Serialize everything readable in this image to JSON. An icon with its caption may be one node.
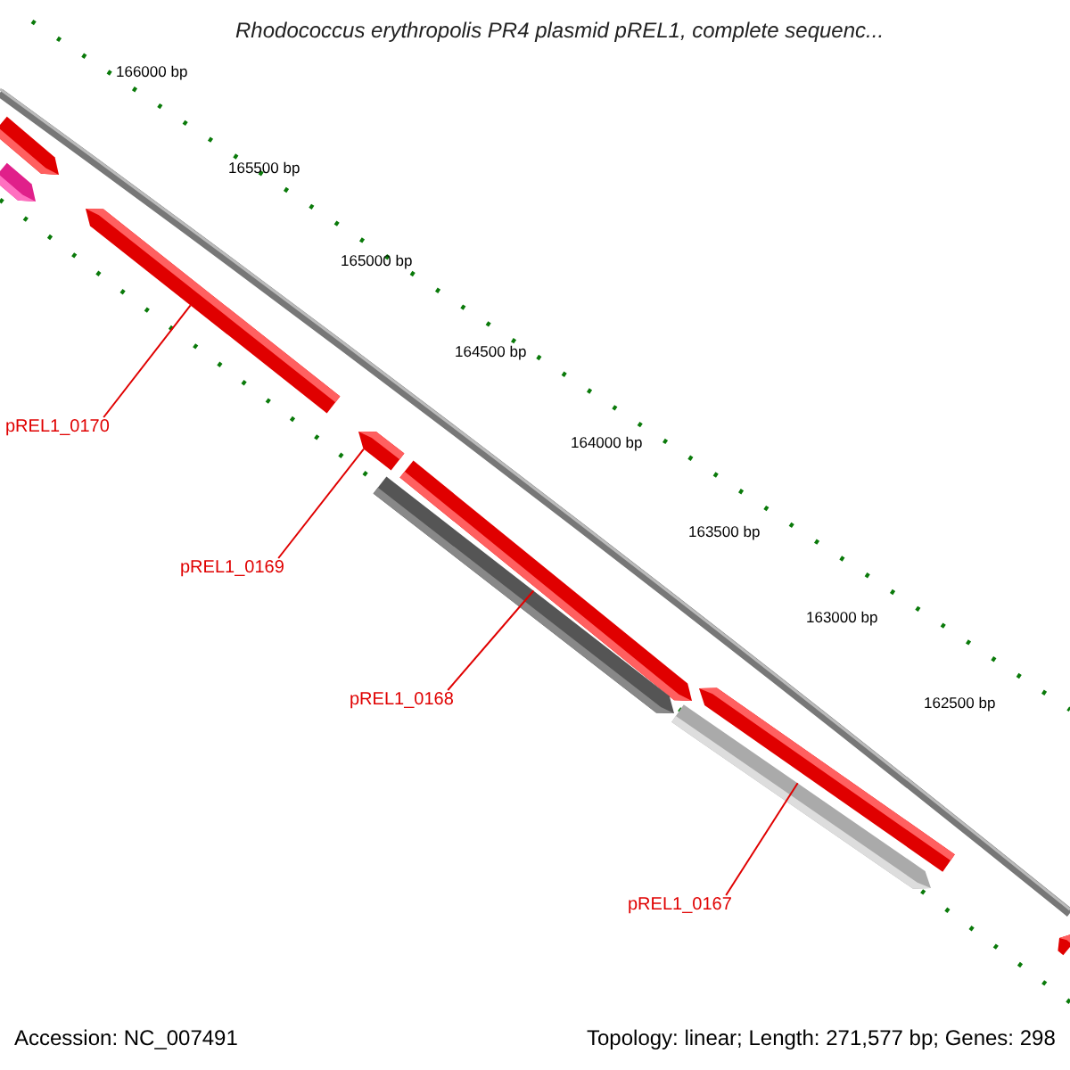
{
  "diagram": {
    "title": "Rhodococcus erythropolis PR4 plasmid pREL1, complete sequenc...",
    "nodes": [
      {
        "text": [
          "pREL1_0170"
        ]
      },
      {
        "text": [
          "pREL1_0169"
        ]
      },
      {
        "text": [
          "pREL1_0168"
        ]
      },
      {
        "text": [
          "pREL1_0167"
        ]
      },
      {
        "text": [],
        "shape": "bar"
      },
      {
        "text": [],
        "shape": "bar"
      },
      {
        "text": [],
        "shape": "bar"
      },
      {
        "text": [],
        "shape": "bar"
      }
    ],
    "edges": [
      {
        "from": 0,
        "to": 4,
        "arrow": "none"
      },
      {
        "from": 1,
        "to": 5,
        "arrow": "none"
      },
      {
        "from": 2,
        "to": 6,
        "arrow": "none"
      },
      {
        "from": 3,
        "to": 7,
        "arrow": "none"
      }
    ],
    "labels": [
      "166000 bp",
      "165500 bp",
      "165000 bp",
      "164500 bp",
      "164000 bp",
      "163500 bp",
      "163000 bp",
      "162500 bp",
      "Accession: NC_007491",
      "Topology: linear; Length: 271,577 bp; Genes: 298"
    ]
  }
}
